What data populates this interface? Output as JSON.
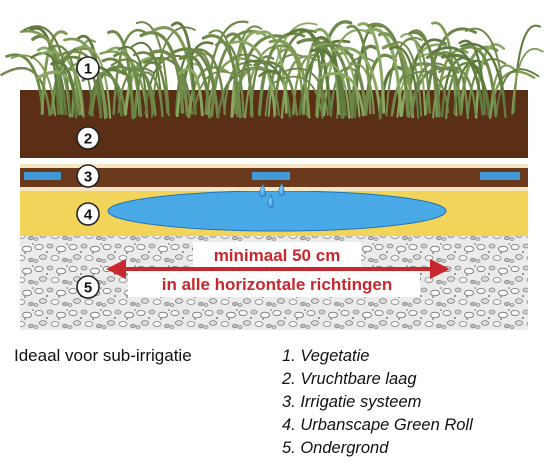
{
  "diagram": {
    "layer_numbers": [
      "1",
      "2",
      "3",
      "4",
      "5"
    ],
    "distance_line1": "minimaal 50 cm",
    "distance_line2": "in alle horizontale richtingen"
  },
  "caption": "Ideaal voor sub-irrigatie",
  "legend": [
    "1. Vegetatie",
    "2. Vruchtbare laag",
    "3. Irrigatie systeem",
    "4. Urbanscape Green Roll",
    "5. Ondergrond"
  ],
  "colors": {
    "grass": "#6f8a4a",
    "soil": "#5a2f16",
    "irrigation_pipe": "#6b3a1d",
    "emitter": "#3f9ad6",
    "green_roll": "#f2d45a",
    "water": "#49a9e6",
    "gravel": "#e6e6e6",
    "accent_red": "#c8282d"
  },
  "icons": [
    "water-drops-icon",
    "double-arrow-icon"
  ]
}
